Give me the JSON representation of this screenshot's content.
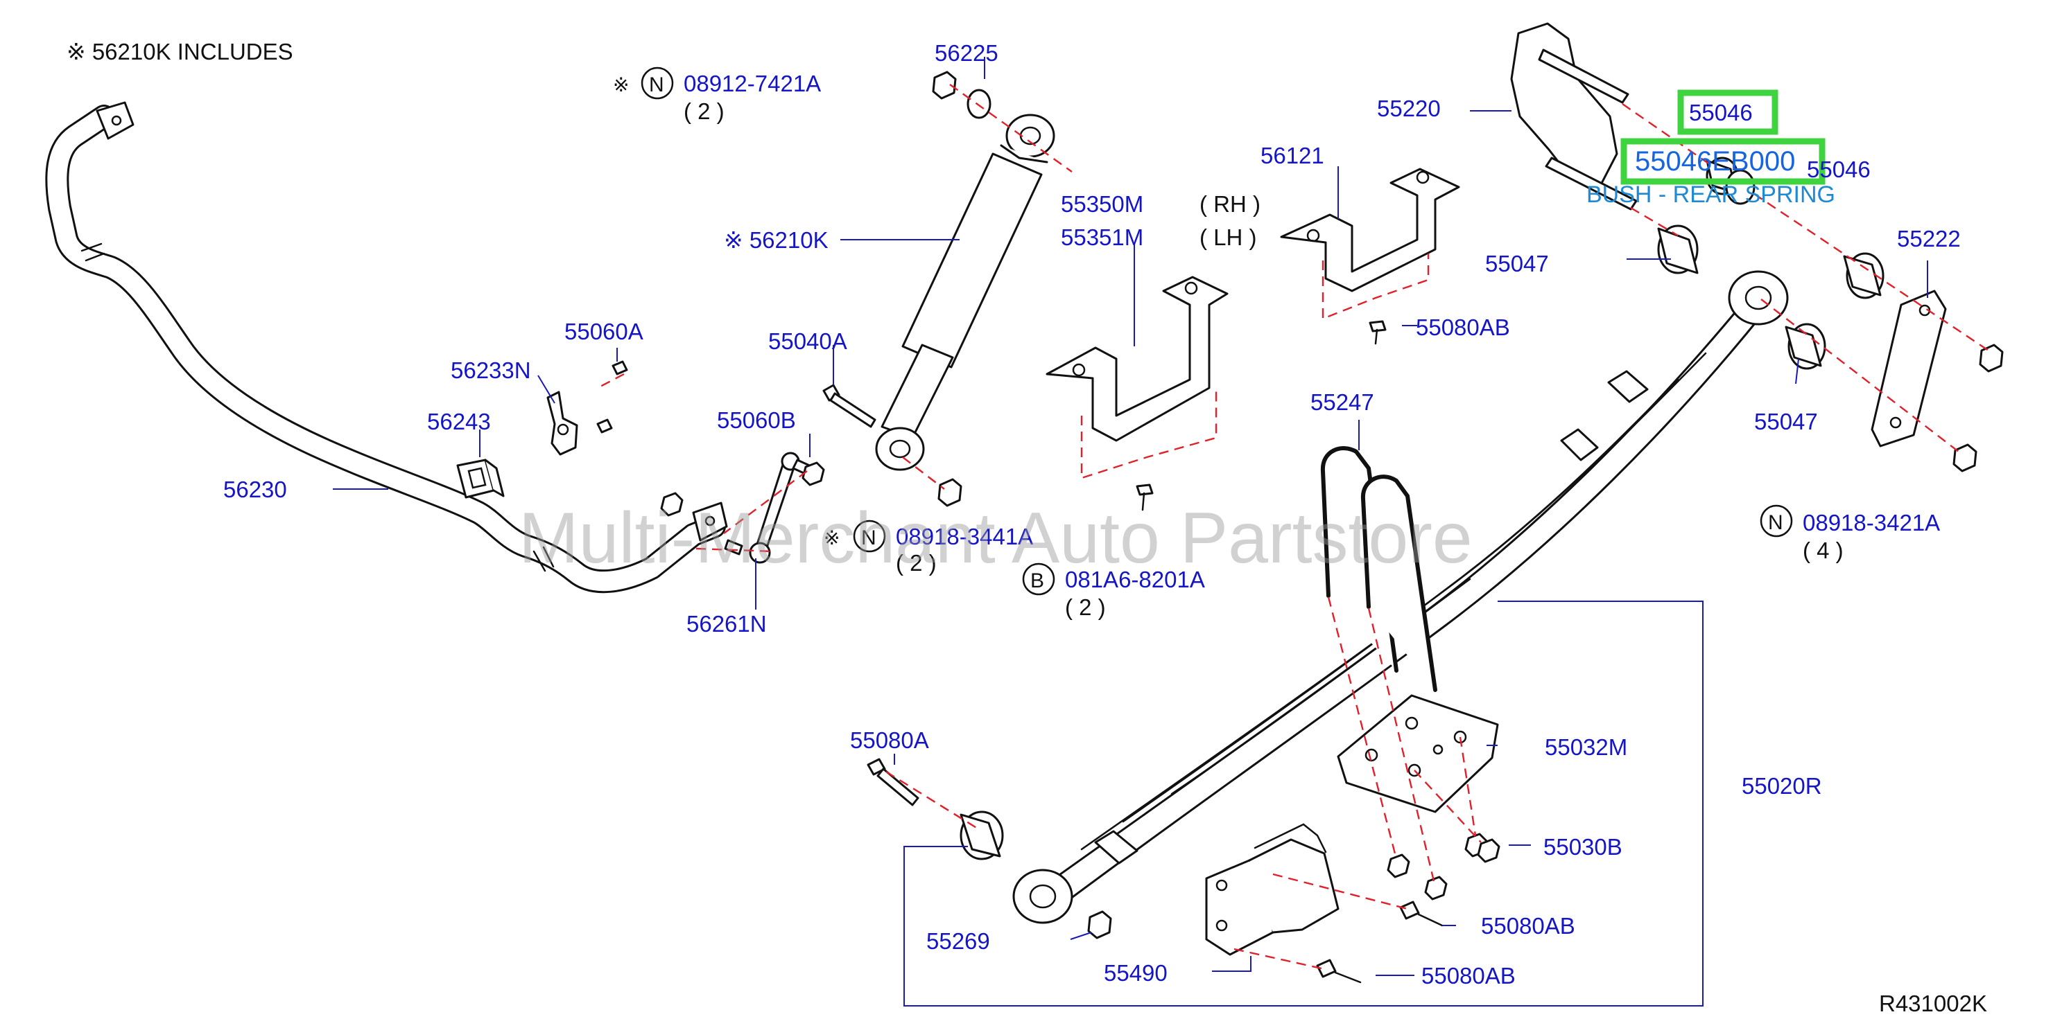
{
  "labels": {
    "includes_note": "※ 56210K   INCLUDES",
    "p56225": "56225",
    "n1_code": "08912-7421A",
    "n1_qty": "( 2 )",
    "p56210k": "※ 56210K",
    "p55220": "55220",
    "p55046a": "55046",
    "p55046b": "55046",
    "highlight_part": "55046EB000",
    "highlight_desc": "BUSH - REAR SPRING",
    "p56121": "56121",
    "p55350m": "55350M",
    "rh": "( RH )",
    "p55351m": "55351M",
    "lh": "( LH )",
    "p55047a": "55047",
    "p55222": "55222",
    "p55080ab_top": "55080AB",
    "p55060a": "55060A",
    "p55040a": "55040A",
    "p56233n": "56233N",
    "p55247": "55247",
    "p55047b": "55047",
    "p56243": "56243",
    "p55060b": "55060B",
    "p56230": "56230",
    "n2_code": "08918-3441A",
    "n2_qty": "( 2 )",
    "n3_code": "08918-3421A",
    "n3_qty": "( 4 )",
    "b_code": "081A6-8201A",
    "b_qty": "( 2 )",
    "p56261n": "56261N",
    "p55080a": "55080A",
    "p55032m": "55032M",
    "p55020r": "55020R",
    "p55030b": "55030B",
    "p55080ab_mid": "55080AB",
    "p55269": "55269",
    "p55490": "55490",
    "p55080ab_bot": "55080AB",
    "ref_code": "R431002K",
    "watermark": "Multi-Merchant Auto Partstore",
    "n_letter": "N",
    "b_letter": "B",
    "kome": "※"
  },
  "colors": {
    "label_blue": "#1515c8",
    "highlight_green": "#3fd43f",
    "highlight_text": "#1565e0",
    "desc_text": "#1e8ad6",
    "dash_red": "#e0202a"
  }
}
